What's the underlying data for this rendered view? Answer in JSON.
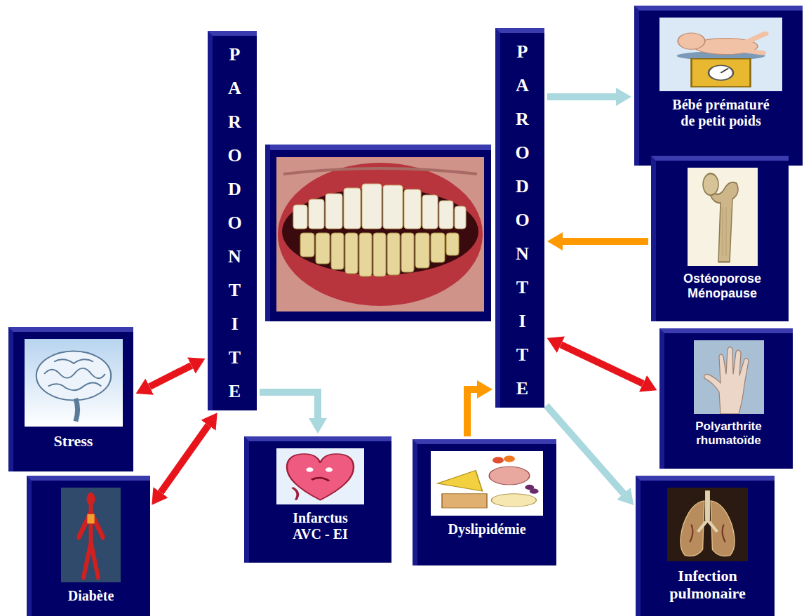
{
  "diagram": {
    "nodes": [
      {
        "text": [
          "PARODONTITE"
        ]
      },
      {
        "text": [
          "PARODONTITE"
        ]
      },
      {
        "text": [
          "Bébé prématuré de petit poids"
        ]
      },
      {
        "text": [
          "Ostéoporose Ménopause"
        ]
      },
      {
        "text": [
          "Polyarthrite rhumatoïde"
        ]
      },
      {
        "text": [
          "Stress"
        ]
      },
      {
        "text": [
          "Infarctus AVC - EI"
        ]
      },
      {
        "text": [
          "Dyslipidémie"
        ]
      },
      {
        "text": [
          "Infection pulmonaire"
        ]
      },
      {
        "text": [
          "Diabète"
        ]
      }
    ],
    "edges": [
      {
        "from": 0,
        "to": 5,
        "arrow": "both"
      },
      {
        "from": 0,
        "to": 9,
        "arrow": "both"
      },
      {
        "from": 0,
        "to": 6,
        "arrow": "to"
      },
      {
        "from": 7,
        "to": 1,
        "arrow": "to"
      },
      {
        "from": 1,
        "to": 2,
        "arrow": "to"
      },
      {
        "from": 3,
        "to": 1,
        "arrow": "to"
      },
      {
        "from": 1,
        "to": 4,
        "arrow": "both"
      },
      {
        "from": 1,
        "to": 8,
        "arrow": "to"
      }
    ]
  }
}
